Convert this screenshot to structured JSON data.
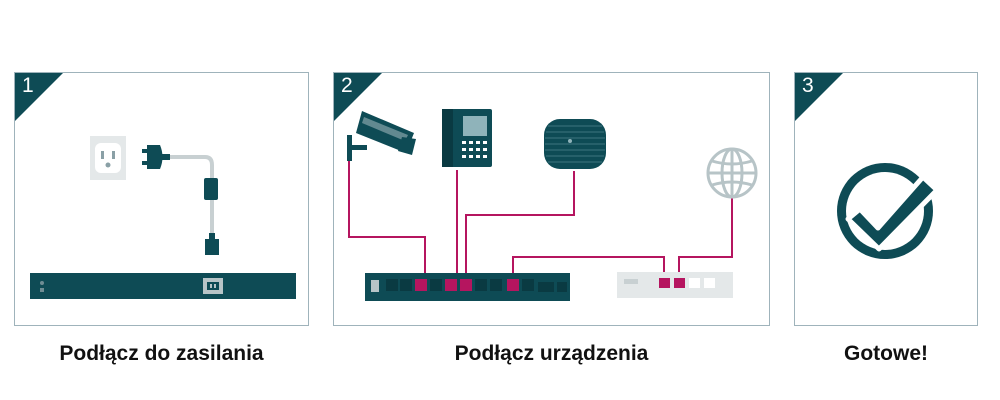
{
  "colors": {
    "teal": "#0e4b55",
    "magenta": "#b5155f",
    "light_gray": "#c8d0d2",
    "outlet_gray": "#e4e8e9",
    "border": "#9fb3bb"
  },
  "steps": [
    {
      "number": "1",
      "caption": "Podłącz do zasilania"
    },
    {
      "number": "2",
      "caption": "Podłącz urządzenia"
    },
    {
      "number": "3",
      "caption": "Gotowe!"
    }
  ],
  "icons": {
    "panel1": [
      "wall-outlet-icon",
      "power-plug-icon",
      "power-cable-icon",
      "switch-power-port-icon"
    ],
    "panel2": [
      "ip-camera-icon",
      "ip-phone-icon",
      "access-point-icon",
      "globe-internet-icon",
      "poe-switch-icon",
      "router-icon"
    ],
    "panel3": [
      "checkmark-circle-icon"
    ]
  }
}
